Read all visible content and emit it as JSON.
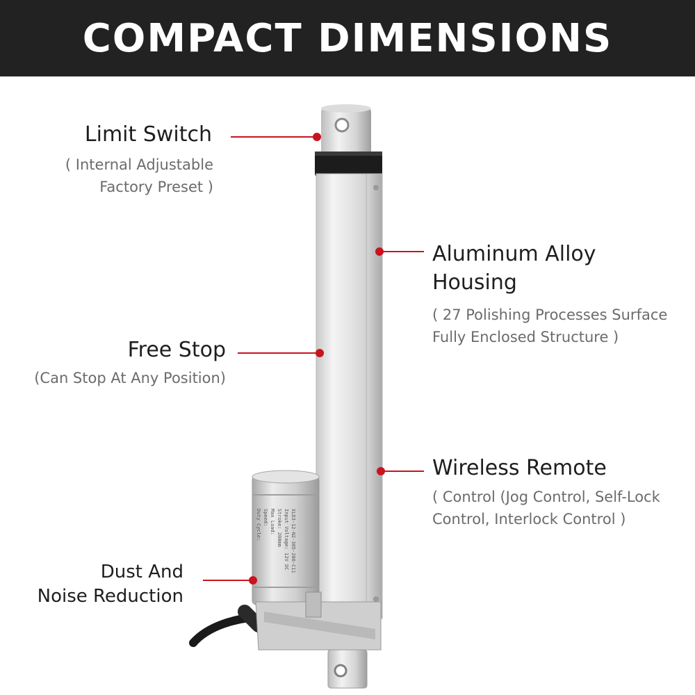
{
  "banner": {
    "title": "COMPACT DIMENSIONS",
    "bg_color": "#222222",
    "text_color": "#ffffff"
  },
  "accent_color": "#c8141e",
  "features": {
    "limit_switch": {
      "title": "Limit Switch",
      "desc_lines": [
        "( Internal Adjustable",
        "Factory Preset )"
      ]
    },
    "housing": {
      "title_lines": [
        "Aluminum Alloy",
        "Housing"
      ],
      "desc_lines": [
        "( 27 Polishing Processes Surface",
        "Fully Enclosed Structure )"
      ]
    },
    "free_stop": {
      "title": "Free Stop",
      "desc": "(Can Stop At Any Position)"
    },
    "remote": {
      "title": "Wireless Remote",
      "desc_lines": [
        "( Control (Jog Control, Self-Lock",
        "Control, Interlock Control )"
      ]
    },
    "dust": {
      "title_lines": [
        "Dust And",
        "Noise Reduction"
      ]
    }
  },
  "product": {
    "motor_label_lines": [
      "XLD3-12-N2-305-200-C11",
      "Input Voltage: 12V DC",
      "Stroke: 200mm",
      "Max Load:",
      "Speed:",
      "Duty Cycle:"
    ]
  }
}
